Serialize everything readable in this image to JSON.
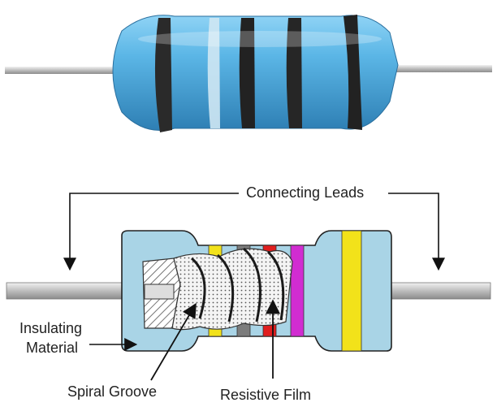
{
  "labels": {
    "connecting_leads": "Connecting Leads",
    "insulating_material_line1": "Insulating",
    "insulating_material_line2": "Material",
    "spiral_groove": "Spiral Groove",
    "resistive_film": "Resistive Film"
  },
  "colors": {
    "resistor_body": "#5bb6e6",
    "body_shadow": "#2e7fb4",
    "cutaway_body": "#a9d4e6",
    "band_dark": "#2a2a2a",
    "band_yellow": "#f2e21a",
    "band_gray": "#7c7c7c",
    "band_red": "#e01e1e",
    "band_magenta": "#d12cd1",
    "lead": "#c9c9c9",
    "arrow": "#111111"
  }
}
